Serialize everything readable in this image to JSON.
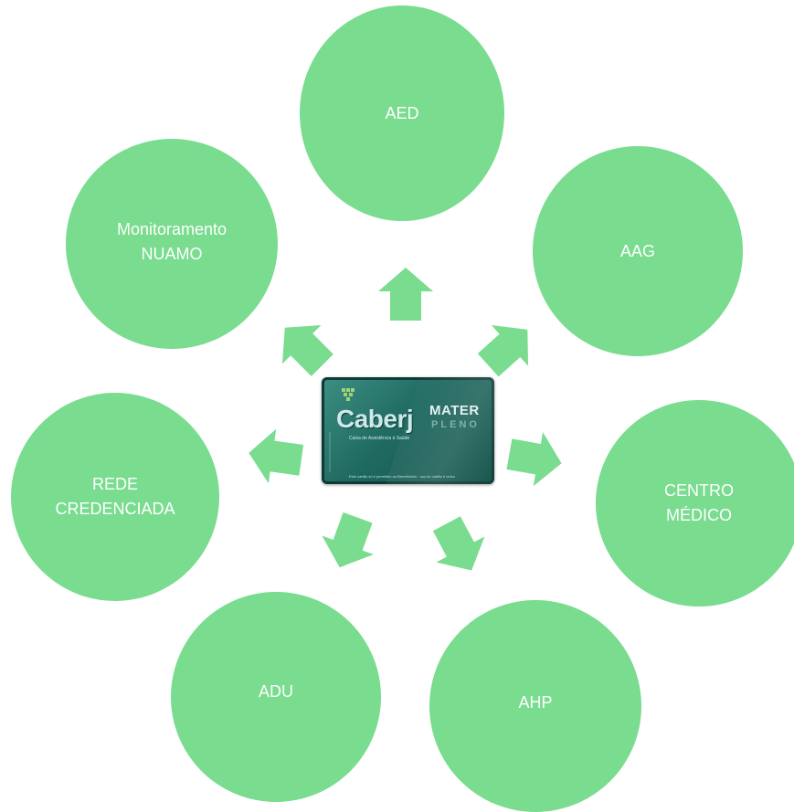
{
  "colors": {
    "node_fill": "#79dc8e",
    "arrow_fill": "#79dc8e",
    "node_text": "#ffffff"
  },
  "center_card": {
    "brand": "Caberj",
    "tagline": "Caixa de Assistência à Saúde",
    "product_line1": "MATER",
    "product_line2": "PLENO",
    "footnote": "Este cartão só é permitido ao Beneficiário - uso do cartão é único"
  },
  "nodes": [
    {
      "id": "aed",
      "label": "AED"
    },
    {
      "id": "aag",
      "label": "AAG"
    },
    {
      "id": "centro-medico",
      "label": "CENTRO\nMÉDICO"
    },
    {
      "id": "ahp",
      "label": "AHP"
    },
    {
      "id": "adu",
      "label": "ADU"
    },
    {
      "id": "rede-credenciada",
      "label": "REDE\nCREDENCIADA"
    },
    {
      "id": "monitoramento-nuamo",
      "label": "Monitoramento\nNUAMO"
    }
  ]
}
